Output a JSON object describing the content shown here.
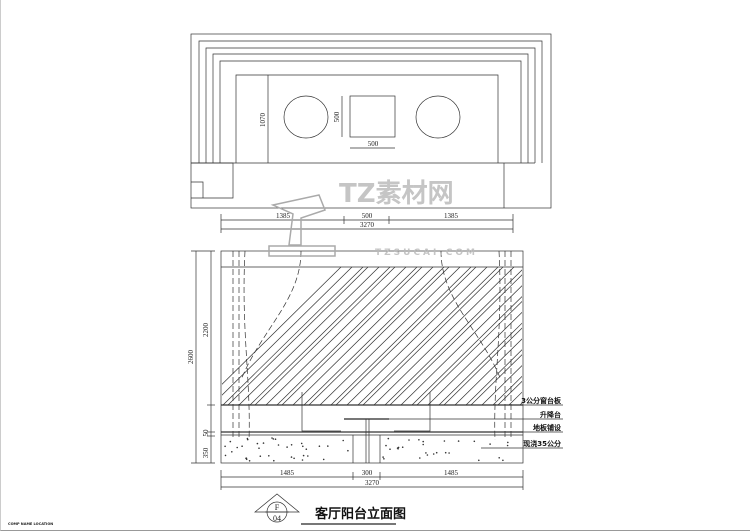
{
  "plan": {
    "dim_depth": "1070",
    "dim_square_h": "500",
    "dim_square_w": "500",
    "dims_top": [
      "1385",
      "500",
      "1385"
    ],
    "dim_total": "3270"
  },
  "elevation": {
    "dims_left_total": "2600",
    "dims_left": [
      "2200",
      "50",
      "350"
    ],
    "dims_bottom": [
      "1485",
      "300",
      "1485"
    ],
    "dim_total": "3270",
    "annotations": [
      "3公分窗台板",
      "升降台",
      "地板铺设",
      "现浇35公分"
    ]
  },
  "title_block": {
    "symbol_top": "F",
    "symbol_bottom": "04",
    "title": "客厅阳台立面图"
  },
  "corner_text": "COMP NAME LOCATION",
  "watermark": {
    "brand": "TZ素材网",
    "url": "TZSUCAI.COM"
  }
}
